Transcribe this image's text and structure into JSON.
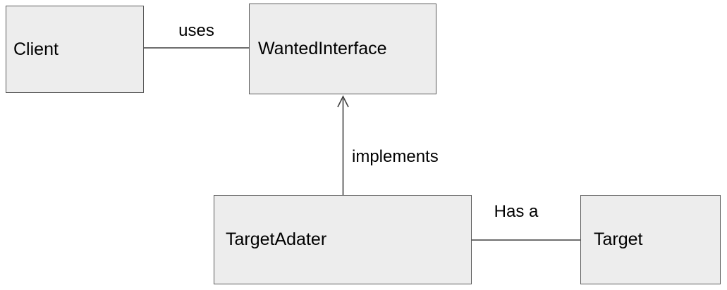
{
  "diagram": {
    "title": "adapter-pattern-class-diagram",
    "nodes": {
      "client": {
        "label": "Client"
      },
      "wanted_interface": {
        "label": "WantedInterface"
      },
      "target_adapter": {
        "label": "TargetAdater"
      },
      "target": {
        "label": "Target"
      }
    },
    "edges": {
      "uses": {
        "label": "uses",
        "from": "Client",
        "to": "WantedInterface",
        "style": "plain-line"
      },
      "implements": {
        "label": "implements",
        "from": "TargetAdater",
        "to": "WantedInterface",
        "style": "arrow-up"
      },
      "has_a": {
        "label": "Has a",
        "from": "TargetAdater",
        "to": "Target",
        "style": "plain-line"
      }
    },
    "colors": {
      "background": "#ffffff",
      "box_fill": "#ededed",
      "box_border": "#5b5b5b",
      "line": "#3f3f3f",
      "text": "#000000"
    }
  }
}
